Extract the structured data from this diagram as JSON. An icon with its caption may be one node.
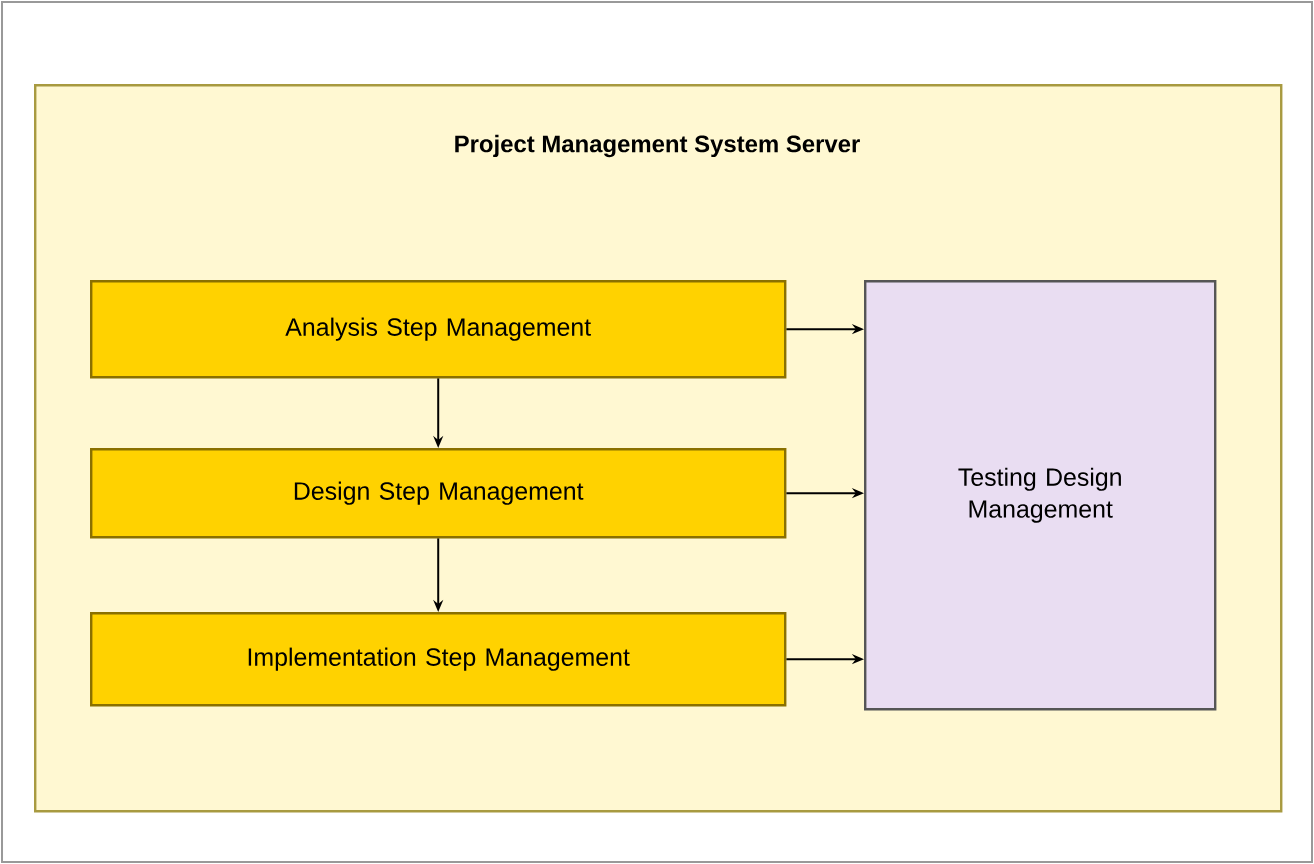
{
  "diagram": {
    "nodes": [
      {
        "text": [
          "Project Management System Server"
        ]
      },
      {
        "text": [
          "Analysis Step Management"
        ],
        "in": 0
      },
      {
        "text": [
          "Design Step Management"
        ],
        "in": 0
      },
      {
        "text": [
          "Implementation Step Management"
        ],
        "in": 0
      },
      {
        "text": [
          "Testing Design Management"
        ],
        "in": 0
      }
    ],
    "edges": [
      {
        "from": 1,
        "to": 4,
        "arrow": "to"
      },
      {
        "from": 2,
        "to": 4,
        "arrow": "to"
      },
      {
        "from": 3,
        "to": 4,
        "arrow": "to"
      },
      {
        "from": 1,
        "to": 2,
        "arrow": "to"
      },
      {
        "from": 2,
        "to": 3,
        "arrow": "to"
      }
    ]
  }
}
